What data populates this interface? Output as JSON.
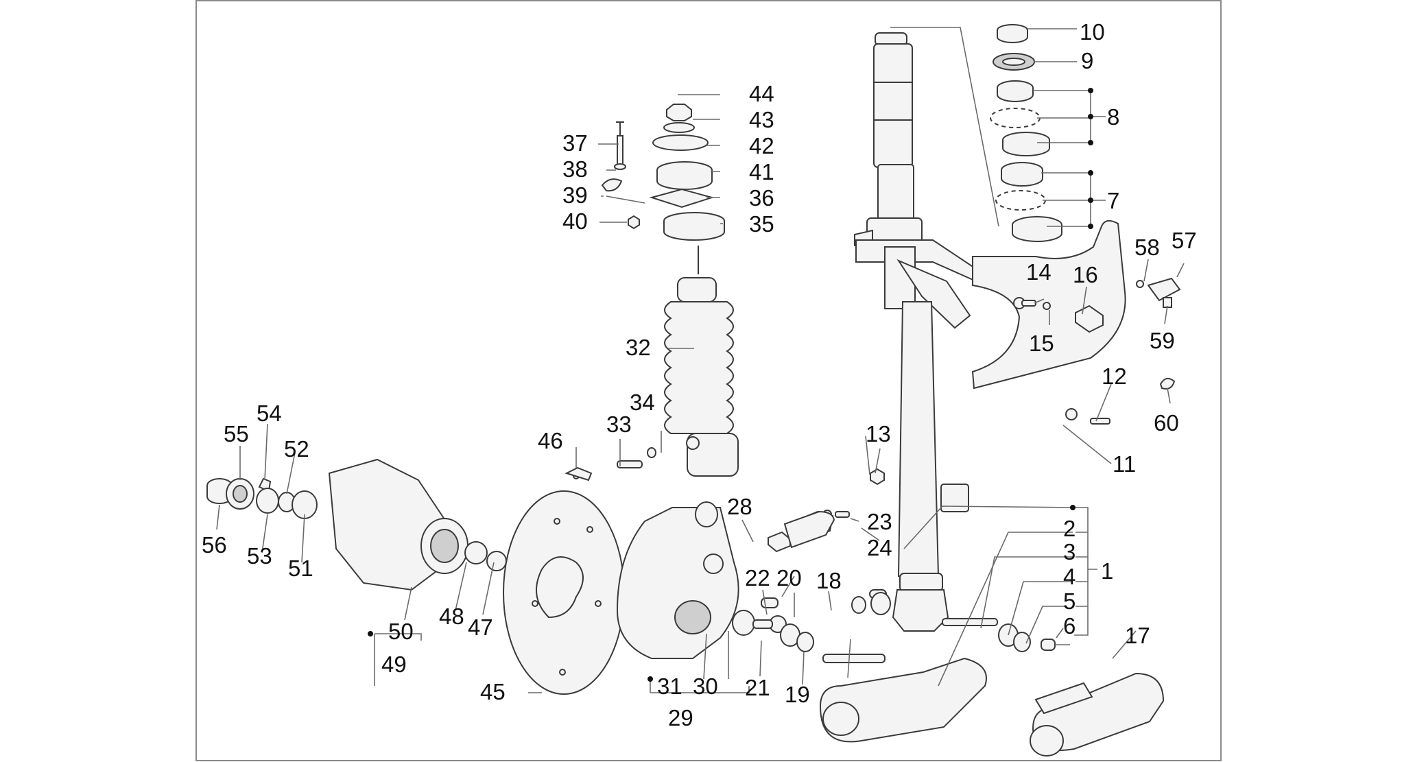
{
  "callouts": [
    {
      "id": "1",
      "text": "1"
    },
    {
      "id": "2",
      "text": "2"
    },
    {
      "id": "3",
      "text": "3"
    },
    {
      "id": "4",
      "text": "4"
    },
    {
      "id": "5",
      "text": "5"
    },
    {
      "id": "6",
      "text": "6"
    },
    {
      "id": "7",
      "text": "7"
    },
    {
      "id": "8",
      "text": "8"
    },
    {
      "id": "9",
      "text": "9"
    },
    {
      "id": "10",
      "text": "10"
    },
    {
      "id": "11",
      "text": "11"
    },
    {
      "id": "12",
      "text": "12"
    },
    {
      "id": "13",
      "text": "13"
    },
    {
      "id": "14",
      "text": "14"
    },
    {
      "id": "15",
      "text": "15"
    },
    {
      "id": "16",
      "text": "16"
    },
    {
      "id": "17",
      "text": "17"
    },
    {
      "id": "18",
      "text": "18"
    },
    {
      "id": "19",
      "text": "19"
    },
    {
      "id": "20",
      "text": "20"
    },
    {
      "id": "21",
      "text": "21"
    },
    {
      "id": "22",
      "text": "22"
    },
    {
      "id": "23",
      "text": "23"
    },
    {
      "id": "24",
      "text": "24"
    },
    {
      "id": "28",
      "text": "28"
    },
    {
      "id": "29",
      "text": "29"
    },
    {
      "id": "30",
      "text": "30"
    },
    {
      "id": "31",
      "text": "31"
    },
    {
      "id": "32",
      "text": "32"
    },
    {
      "id": "33",
      "text": "33"
    },
    {
      "id": "34",
      "text": "34"
    },
    {
      "id": "35",
      "text": "35"
    },
    {
      "id": "36",
      "text": "36"
    },
    {
      "id": "37",
      "text": "37"
    },
    {
      "id": "38",
      "text": "38"
    },
    {
      "id": "39",
      "text": "39"
    },
    {
      "id": "40",
      "text": "40"
    },
    {
      "id": "41",
      "text": "41"
    },
    {
      "id": "42",
      "text": "42"
    },
    {
      "id": "43",
      "text": "43"
    },
    {
      "id": "44",
      "text": "44"
    },
    {
      "id": "45",
      "text": "45"
    },
    {
      "id": "46",
      "text": "46"
    },
    {
      "id": "47",
      "text": "47"
    },
    {
      "id": "48",
      "text": "48"
    },
    {
      "id": "49",
      "text": "49"
    },
    {
      "id": "50",
      "text": "50"
    },
    {
      "id": "51",
      "text": "51"
    },
    {
      "id": "52",
      "text": "52"
    },
    {
      "id": "53",
      "text": "53"
    },
    {
      "id": "54",
      "text": "54"
    },
    {
      "id": "55",
      "text": "55"
    },
    {
      "id": "56",
      "text": "56"
    },
    {
      "id": "57",
      "text": "57"
    },
    {
      "id": "58",
      "text": "58"
    },
    {
      "id": "59",
      "text": "59"
    },
    {
      "id": "60",
      "text": "60"
    }
  ]
}
